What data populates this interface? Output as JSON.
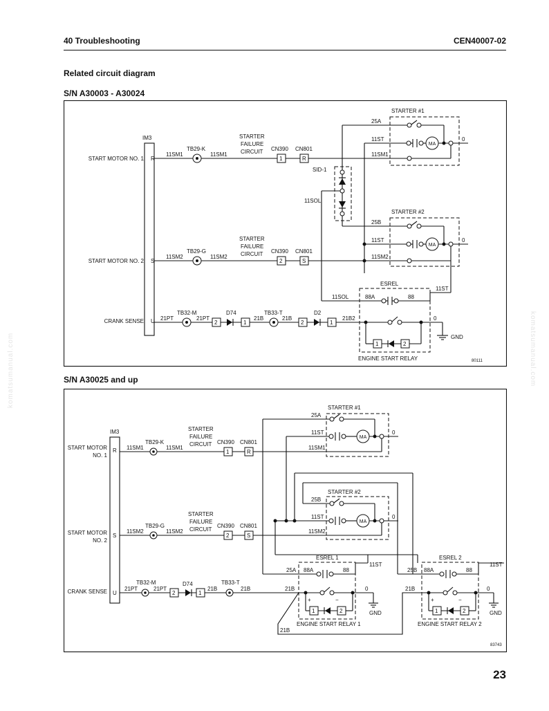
{
  "header": {
    "section": "40 Troubleshooting",
    "doc_code": "CEN40007-02"
  },
  "title": "Related circuit diagram",
  "page_number": "23",
  "watermark": "komatsumanual.com",
  "diagram1": {
    "caption": "S/N A30003 - A30024",
    "im3": "IM3",
    "pins": [
      "R",
      "S",
      "U"
    ],
    "rows": [
      "START MOTOR NO. 1",
      "START MOTOR NO. 2",
      "CRANK SENSE"
    ],
    "tb_k": "TB29-K",
    "tb_g": "TB29-G",
    "tb_m": "TB32-M",
    "tb_t": "TB33-T",
    "sfc": [
      "STARTER",
      "FAILURE",
      "CIRCUIT"
    ],
    "cn390": "CN390",
    "cn801": "CN801",
    "w_sm1": "11SM1",
    "w_sm2": "11SM2",
    "w_pt": "21PT",
    "w_b": "21B",
    "w_b2": "21B2",
    "w_st": "11ST",
    "w_sol": "11SOL",
    "w_25a": "25A",
    "w_25b": "25B",
    "w_88a": "88A",
    "w_88": "88",
    "w_0": "0",
    "d74": "D74",
    "d2": "D2",
    "sid": "SID-1",
    "p1": "1",
    "p2": "2",
    "starter1": "STARTER #1",
    "starter2": "STARTER #2",
    "ma": "MA",
    "esrel": "ESREL",
    "relay": "ENGINE START RELAY",
    "gnd": "GND",
    "ref": "80111"
  },
  "diagram2": {
    "caption": "S/N A30025 and up",
    "im3": "IM3",
    "pins": [
      "R",
      "S",
      "U"
    ],
    "rows1": [
      "START MOTOR",
      "NO. 1"
    ],
    "rows2": [
      "START MOTOR",
      "NO. 2"
    ],
    "row3": "CRANK SENSE",
    "tb_k": "TB29-K",
    "tb_g": "TB29-G",
    "tb_m": "TB32-M",
    "tb_t": "TB33-T",
    "sfc": [
      "STARTER",
      "FAILURE",
      "CIRCUIT"
    ],
    "cn390": "CN390",
    "cn801": "CN801",
    "w_sm1": "11SM1",
    "w_sm2": "11SM2",
    "w_pt": "21PT",
    "w_b": "21B",
    "w_st": "11ST",
    "w_25a": "25A",
    "w_25b": "25B",
    "w_88a": "88A",
    "w_88": "88",
    "w_0": "0",
    "d74": "D74",
    "p1": "1",
    "p2": "2",
    "starter1": "STARTER #1",
    "starter2": "STARTER #2",
    "ma": "MA",
    "esrel1": "ESREL 1",
    "esrel2": "ESREL 2",
    "relay1": "ENGINE START RELAY 1",
    "relay2": "ENGINE START RELAY 2",
    "gnd": "GND",
    "plus": "+",
    "minus": "−",
    "ref": "83743"
  }
}
